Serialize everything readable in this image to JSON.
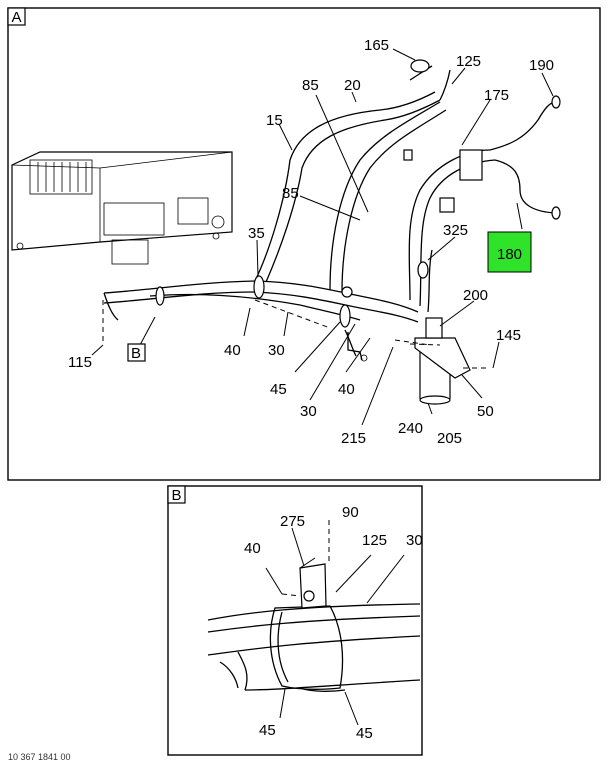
{
  "panels": {
    "a": {
      "tag": "A"
    },
    "b": {
      "tag": "B"
    }
  },
  "view_ref": "B",
  "highlight_color": "#2fe22a",
  "callouts_a": {
    "c165": "165",
    "c125": "125",
    "c190": "190",
    "c85a": "85",
    "c20": "20",
    "c175": "175",
    "c15": "15",
    "c85b": "85",
    "c35": "35",
    "c325": "325",
    "c180": "180",
    "c200": "200",
    "c145": "145",
    "c115": "115",
    "c40a": "40",
    "c30a": "30",
    "c45": "45",
    "c40b": "40",
    "c30b": "30",
    "c50": "50",
    "c215": "215",
    "c240": "240",
    "c205": "205"
  },
  "callouts_b": {
    "c275": "275",
    "c90": "90",
    "c40": "40",
    "c125": "125",
    "c30": "30",
    "c45a": "45",
    "c45b": "45"
  },
  "footer": {
    "left": "10 367 1841 00"
  }
}
